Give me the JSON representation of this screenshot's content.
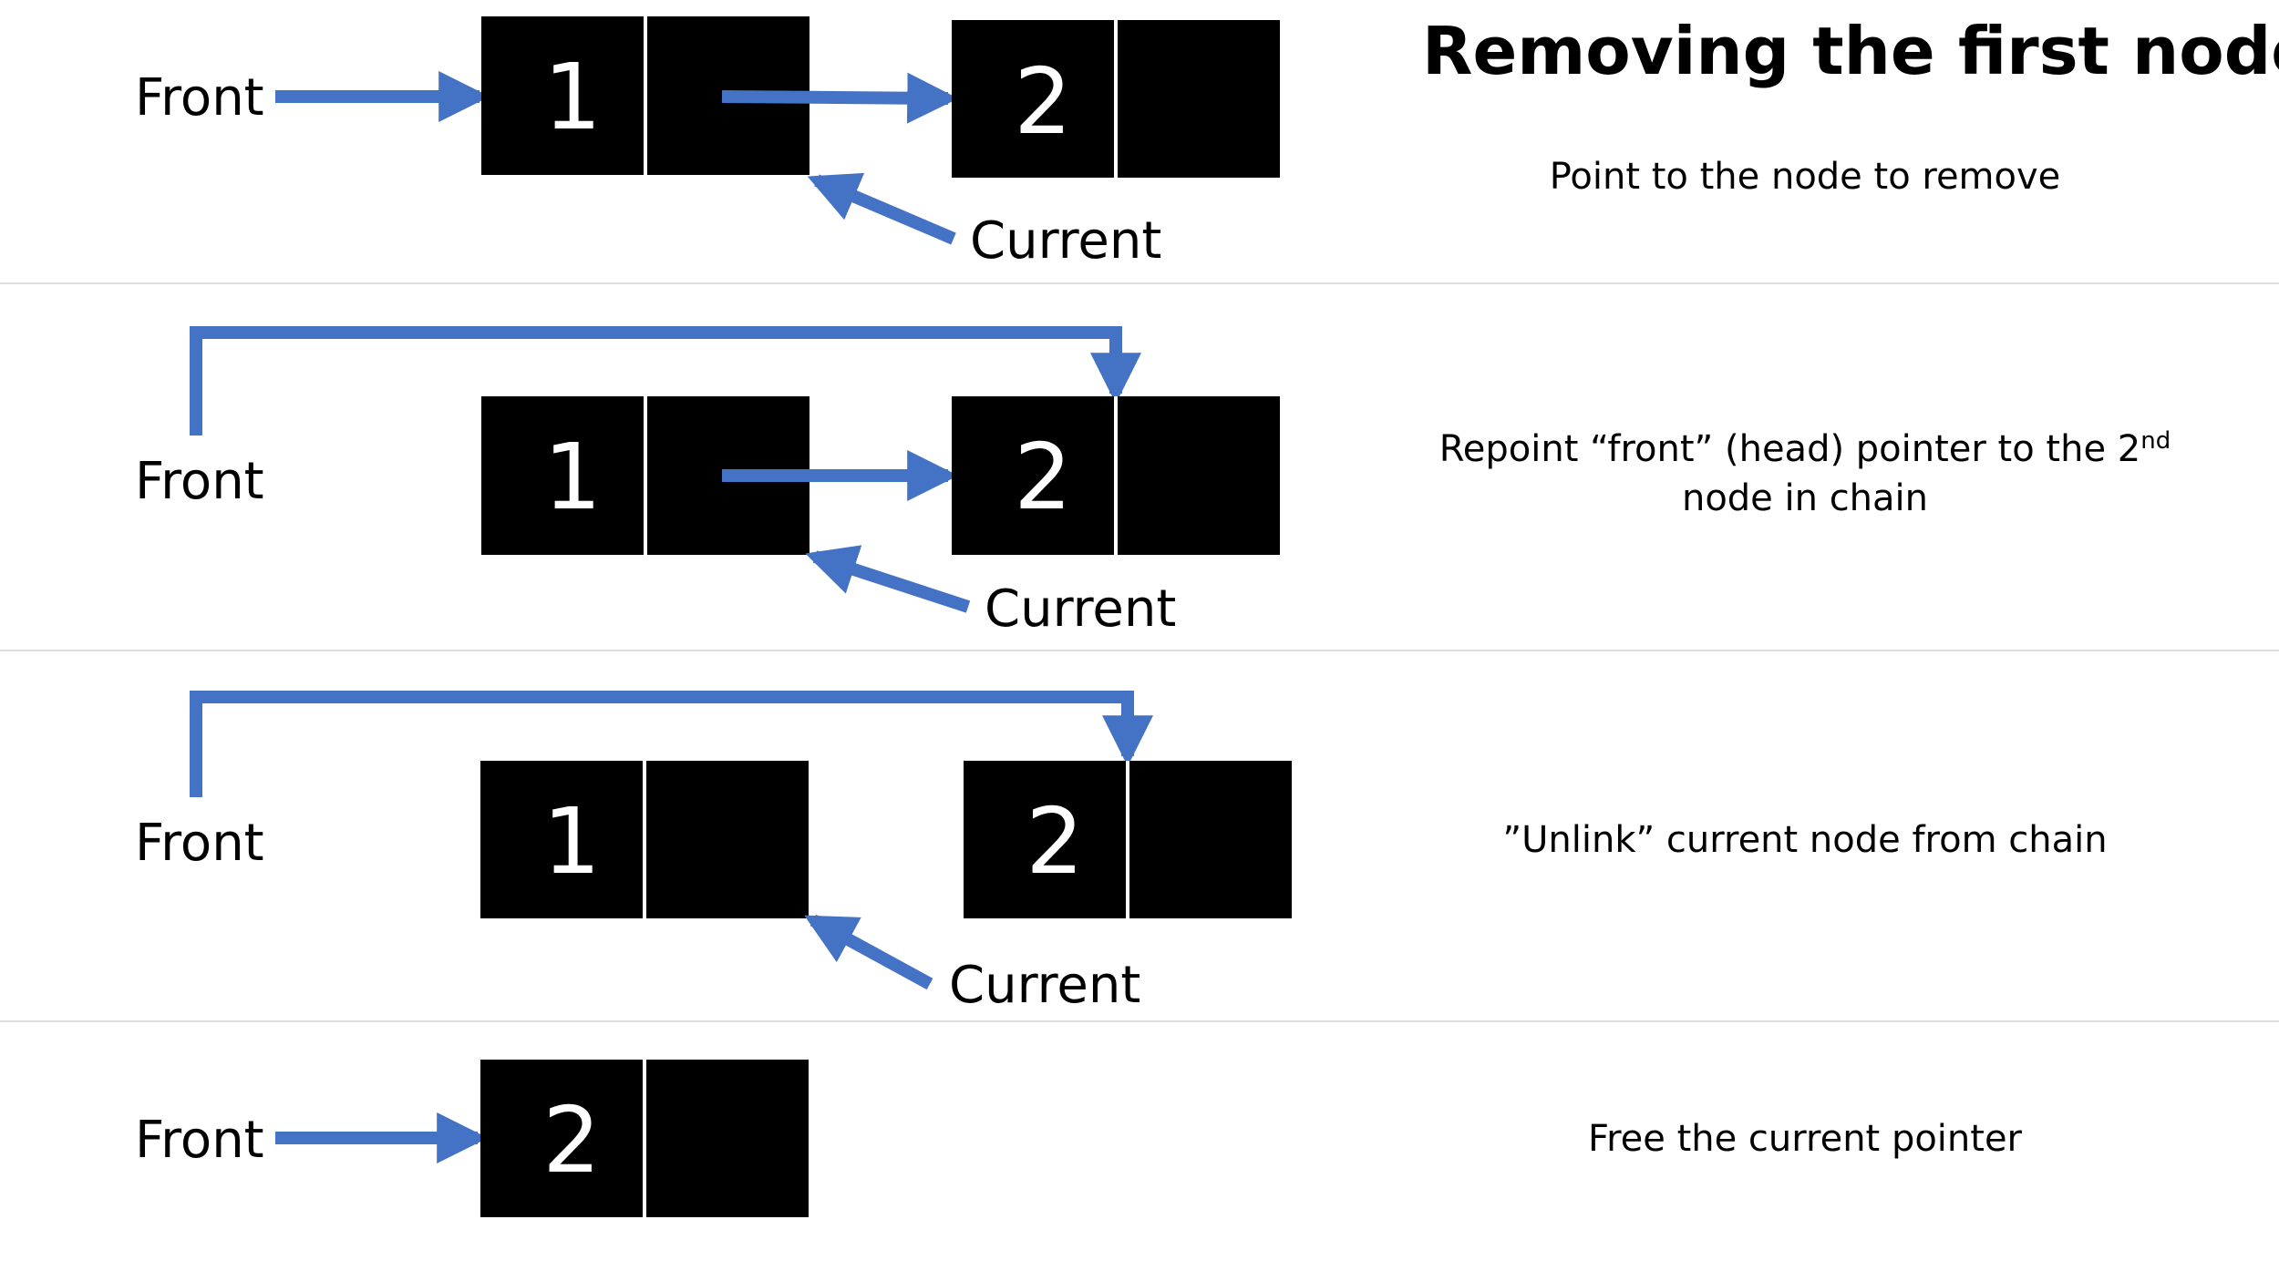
{
  "title": "Removing the first node",
  "colors": {
    "arrow": "#4472c4",
    "node_fill": "#000000",
    "node_text": "#ffffff",
    "separator": "#dddddd"
  },
  "steps": [
    {
      "caption": "Point to the node to remove",
      "front_label": "Front",
      "current_label": "Current",
      "nodes": [
        "1",
        "2"
      ]
    },
    {
      "caption_main": "Repoint “front” (head) pointer to the 2",
      "caption_sup": "nd",
      "caption_tail": "node in chain",
      "front_label": "Front",
      "current_label": "Current",
      "nodes": [
        "1",
        "2"
      ]
    },
    {
      "caption": "”Unlink” current node from chain",
      "front_label": "Front",
      "current_label": "Current",
      "nodes": [
        "1",
        "2"
      ]
    },
    {
      "caption": "Free the current pointer",
      "front_label": "Front",
      "nodes": [
        "2"
      ]
    }
  ]
}
